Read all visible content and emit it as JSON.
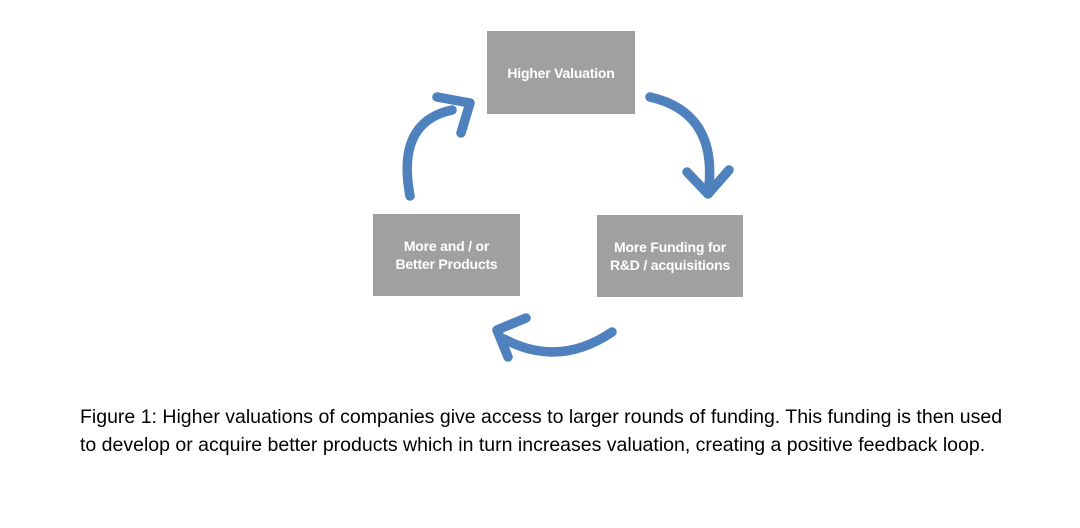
{
  "diagram": {
    "type": "cycle",
    "nodes": {
      "higher_valuation": {
        "lines": [
          "Higher Valuation"
        ]
      },
      "more_funding": {
        "lines": [
          "More Funding for",
          "R&D / acquisitions"
        ]
      },
      "better_products": {
        "lines": [
          "More and / or",
          "Better Products"
        ]
      }
    },
    "edges": [
      {
        "from": "higher_valuation",
        "to": "more_funding"
      },
      {
        "from": "more_funding",
        "to": "better_products"
      },
      {
        "from": "better_products",
        "to": "higher_valuation"
      }
    ],
    "colors": {
      "node_fill": "#a0a0a0",
      "node_text": "#ffffff",
      "arrow": "#4e81bd",
      "background": "#ffffff",
      "caption_text": "#000000"
    }
  },
  "caption": {
    "lines": [
      "Figure 1: Higher valuations of companies give access to larger rounds of funding. This funding is then used",
      "to develop or acquire better products which in turn increases valuation, creating a positive feedback loop."
    ]
  }
}
